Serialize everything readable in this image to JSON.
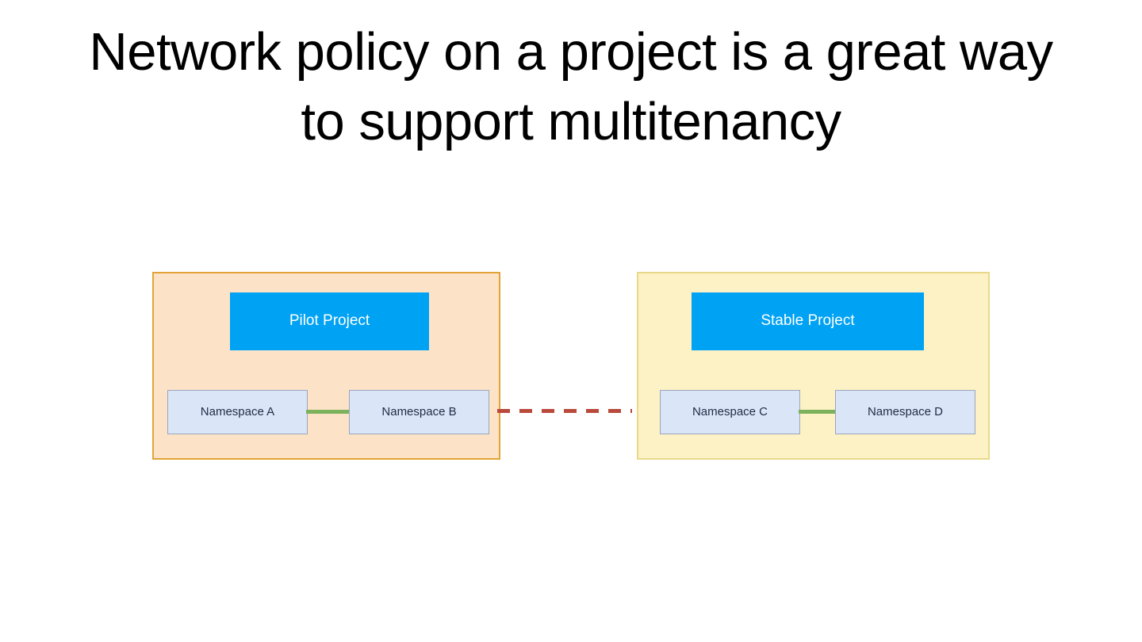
{
  "slide": {
    "title": "Network policy on a project is a great way\nto support multitenancy",
    "background_color": "#FFFFFF",
    "title_color": "#000000"
  },
  "diagram": {
    "type": "network-policy-multitenancy",
    "groups": [
      {
        "id": "pilot",
        "header_label": "Pilot Project",
        "header_color": "#00A2F3",
        "header_text_color": "#FFFFFF",
        "background_color": "#FCE3C8",
        "border_color": "#E2A336",
        "namespaces": [
          {
            "id": "ns-a",
            "label": "Namespace A"
          },
          {
            "id": "ns-b",
            "label": "Namespace B"
          }
        ],
        "internal_link": {
          "id": "conn-ab",
          "style": "solid",
          "color": "#7CB25C",
          "meaning": "allowed"
        }
      },
      {
        "id": "stable",
        "header_label": "Stable Project",
        "header_color": "#00A2F3",
        "header_text_color": "#FFFFFF",
        "background_color": "#FDF1C6",
        "border_color": "#EAD88A",
        "namespaces": [
          {
            "id": "ns-c",
            "label": "Namespace C"
          },
          {
            "id": "ns-d",
            "label": "Namespace D"
          }
        ],
        "internal_link": {
          "id": "conn-cd",
          "style": "solid",
          "color": "#7CB25C",
          "meaning": "allowed"
        }
      }
    ],
    "cross_group_link": {
      "id": "blocked-link",
      "style": "dashed",
      "color": "#B94A3C",
      "meaning": "blocked",
      "from": "ns-b",
      "to": "ns-c"
    },
    "namespace_box_style": {
      "background_color": "#DAE5F7",
      "border_color": "#9AA6BC",
      "text_color": "#1F2B44"
    }
  }
}
